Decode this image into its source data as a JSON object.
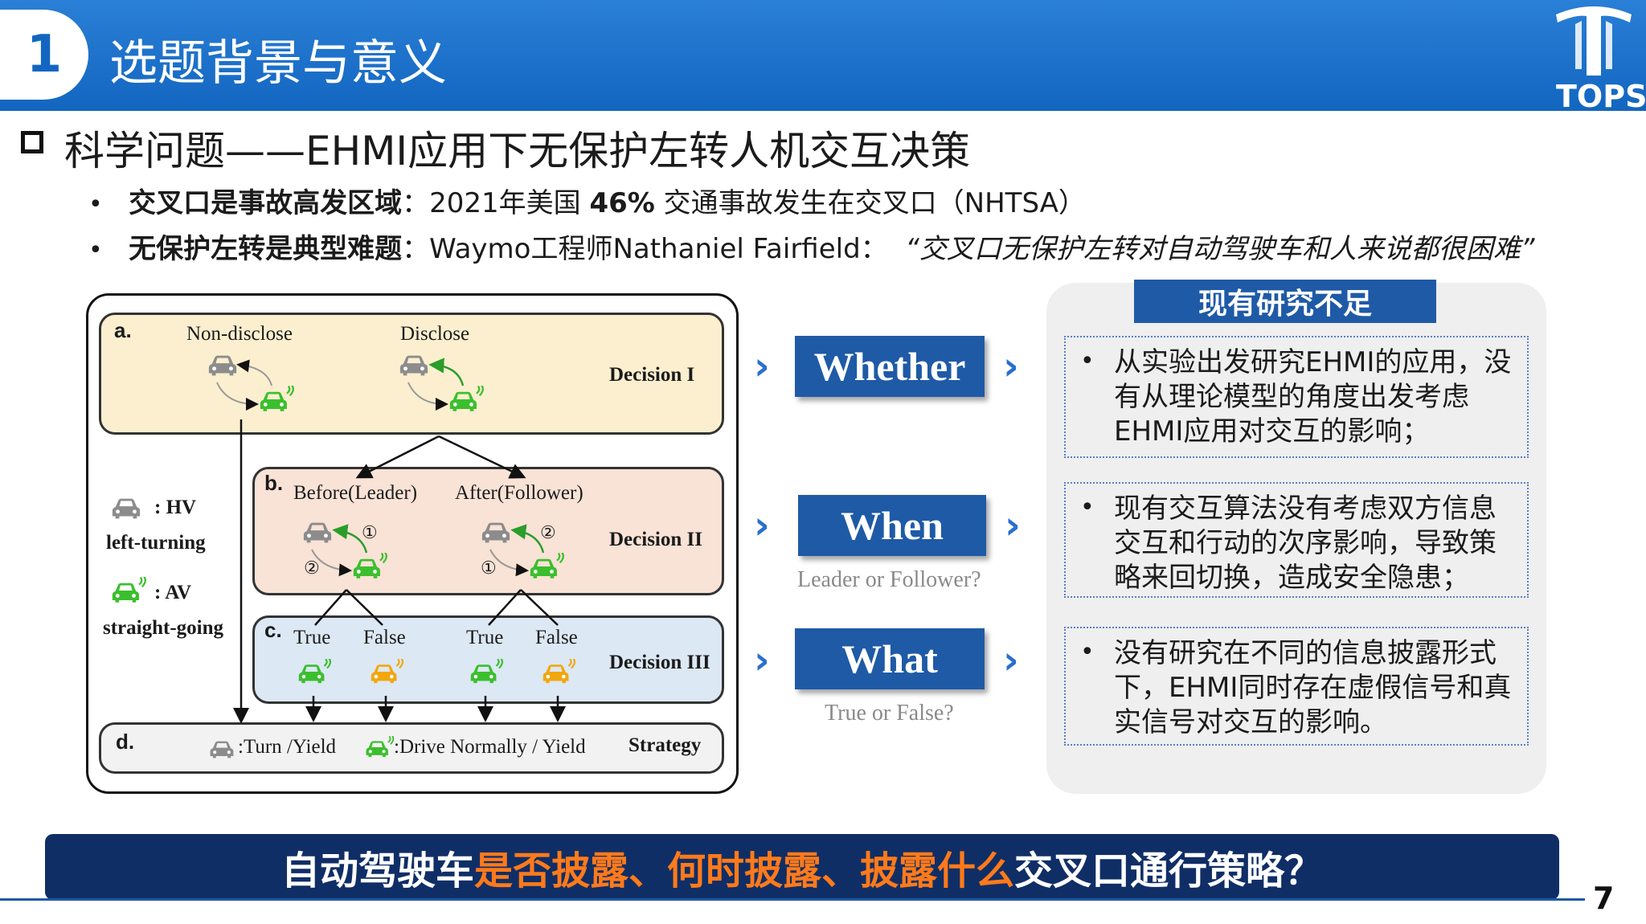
{
  "header": {
    "number": "1",
    "title": "选题背景与意义",
    "logo_text": "TOPS"
  },
  "section": {
    "title": "科学问题——EHMI应用下无保护左转人机交互决策"
  },
  "bullets": [
    {
      "bold": "交叉口是事故高发区域",
      "text1": "：2021年美国 ",
      "strong": "46%",
      "text2": " 交通事故发生在交叉口（NHTSA）"
    },
    {
      "bold": "无保护左转是典型难题",
      "text1": "：Waymo工程师Nathaniel Fairfield：",
      "quote": "“交叉口无保护左转对自动驾驶车和人来说都很困难”"
    }
  ],
  "diagram": {
    "a": {
      "letter": "a.",
      "left_label": "Non-disclose",
      "right_label": "Disclose",
      "decision": "Decision I"
    },
    "b": {
      "letter": "b.",
      "left_label": "Before(Leader)",
      "right_label": "After(Follower)",
      "decision": "Decision II",
      "c1": "①",
      "c2": "②",
      "c3": "②",
      "c4": "①"
    },
    "c": {
      "letter": "c.",
      "labels": [
        "True",
        "False",
        "True",
        "False"
      ],
      "decision": "Decision III"
    },
    "d": {
      "letter": "d.",
      "item1": ":Turn /Yield",
      "item2": ":Drive Normally / Yield",
      "strategy": "Strategy"
    },
    "legend": {
      "hv": ": HV",
      "hv_desc": "left-turning",
      "av": ": AV",
      "av_desc": "straight-going"
    },
    "colors": {
      "a_bg": "#fbefcf",
      "b_bg": "#f9e2d6",
      "c_bg": "#dce8f4",
      "d_bg": "#f2f2f2",
      "hv": "#8c8c8c",
      "av": "#3bbf2e",
      "false_av": "#f2a70f"
    }
  },
  "questions": [
    {
      "label": "Whether",
      "sub": ""
    },
    {
      "label": "When",
      "sub": "Leader or Follower?"
    },
    {
      "label": "What",
      "sub": "True or False?"
    }
  ],
  "panel": {
    "title": "现有研究不足",
    "items": [
      "从实验出发研究EHMI的应用，没有从理论模型的角度出发考虑EHMI应用对交互的影响；",
      "现有交互算法没有考虑双方信息交互和行动的次序影响，导致策略来回切换，造成安全隐患；",
      "没有研究在不同的信息披露形式下，EHMI同时存在虚假信号和真实信号对交互的影响。"
    ]
  },
  "banner": {
    "part1": "自动驾驶车",
    "part2": "是否披露、何时披露、披露什么",
    "part3": "交叉口通行策略？"
  },
  "page_number": "7"
}
